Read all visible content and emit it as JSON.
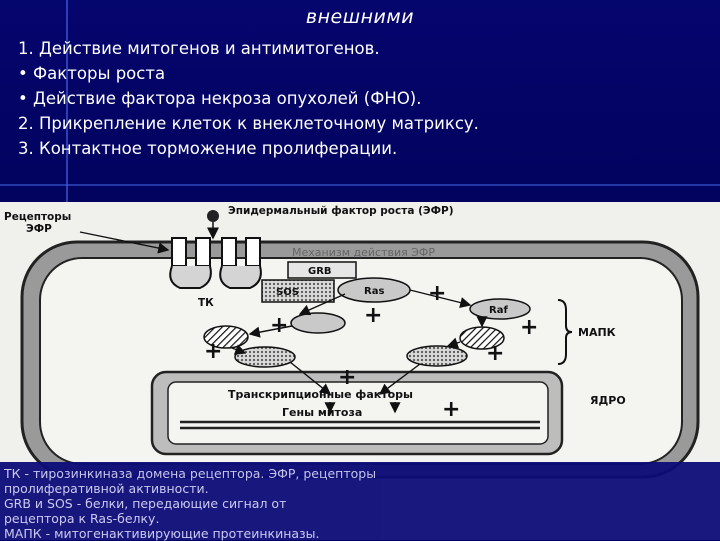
{
  "slide": {
    "title": "внешними",
    "lines": [
      "1.  Действие митогенов и антимитогенов.",
      "• Факторы роста",
      "•  Действие фактора некроза опухолей (ФНО).",
      "2. Прикрепление клеток к внеклеточному матриксу.",
      "3. Контактное торможение пролиферации."
    ]
  },
  "diagram": {
    "labels": {
      "receptors_1": "Рецепторы",
      "receptors_2": "ЭФР",
      "egf": "Эпидермальный фактор роста (ЭФР)",
      "mechanism": "Механизм действия ЭФР",
      "grb": "GRB",
      "sos": "SOS",
      "ras": "Ras",
      "tk": "ТК",
      "raf": "Raf",
      "mapk": "МАПК",
      "nucleus": "ЯДРО",
      "tf": "Транскрипционные факторы",
      "genes": "Гены митоза",
      "plus": "+"
    }
  },
  "caption": {
    "lines": [
      "ТК - тирозинкиназа домена рецептора. ЭФР, рецепторы",
      "пролиферативной активности.",
      "GRB и SOS - белки, передающие сигнал от",
      "рецептора к Ras-белку.",
      "МАПК - митогенактивирующие протеинкиназы."
    ]
  }
}
